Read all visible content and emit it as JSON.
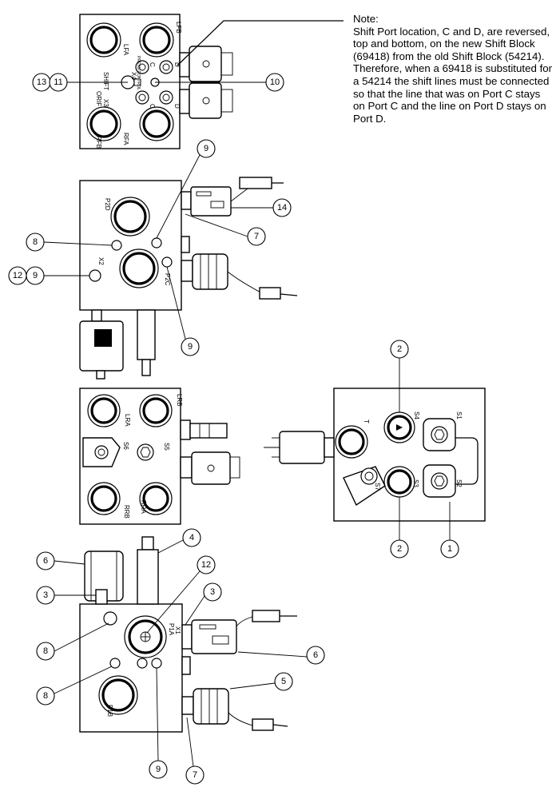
{
  "note": {
    "title": "Note:",
    "body": "Shift Port location, C and D, are reversed, top and bottom, on the new Shift Block (69418) from the old Shift Block (54214). Therefore, when a 69418 is substituted for a 54214 the shift lines must be connected so that the line that was on Port C stays on Port C and the line on Port D stays on Port D."
  },
  "port_labels": {
    "lfa": "LFA",
    "lfb": "LFB",
    "rfb": "RFB",
    "rfa": "RFA",
    "orif": "ORIF",
    "shift": "SHIFT",
    "x3": "X3",
    "x4": "X4",
    "c_top": "C",
    "d_top": "D",
    "c_bot": "C",
    "d_bot": "D",
    "press_ctrl": "PRESS CONTROL",
    "p2d": "P2D",
    "p2c": "P2C",
    "x2": "X2",
    "lra": "LRA",
    "lrb": "LRB",
    "rrb": "RRB",
    "rra": "RRA",
    "s5": "S5",
    "s6": "S6",
    "t": "T",
    "s1": "S1",
    "s2": "S2",
    "s3": "S3",
    "s4": "S4",
    "s7": "S7",
    "p1a": "P1A",
    "x1": "X1",
    "p1b": "P1B"
  },
  "callouts": [
    "13",
    "11",
    "10",
    "9",
    "14",
    "7",
    "8",
    "12",
    "9",
    "9",
    "2",
    "2",
    "1",
    "6",
    "4",
    "12",
    "3",
    "3",
    "8",
    "6",
    "8",
    "5",
    "9",
    "7"
  ]
}
